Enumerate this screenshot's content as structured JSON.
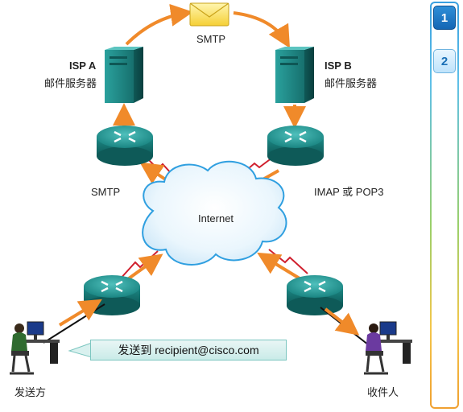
{
  "labels": {
    "smtp_top": "SMTP",
    "isp_a": "ISP A",
    "isp_a_sub": "邮件服务器",
    "isp_b": "ISP B",
    "isp_b_sub": "邮件服务器",
    "smtp_left": "SMTP",
    "imap_pop3": "IMAP 或 POP3",
    "internet": "Internet",
    "sender": "发送方",
    "recipient": "收件人"
  },
  "callout": {
    "text": "发送到 recipient@cisco.com"
  },
  "steps": [
    "1",
    "2"
  ],
  "active_step": "1",
  "colors": {
    "arrow": "#f08a2a",
    "device": "#1f8a8a",
    "serial_link": "#d0202e",
    "callout_bg": "#d9f1ef",
    "active_step": "#1f7ccc"
  },
  "icons": [
    "envelope-icon",
    "server-icon",
    "router-icon",
    "cloud-icon",
    "user-workstation-icon"
  ]
}
